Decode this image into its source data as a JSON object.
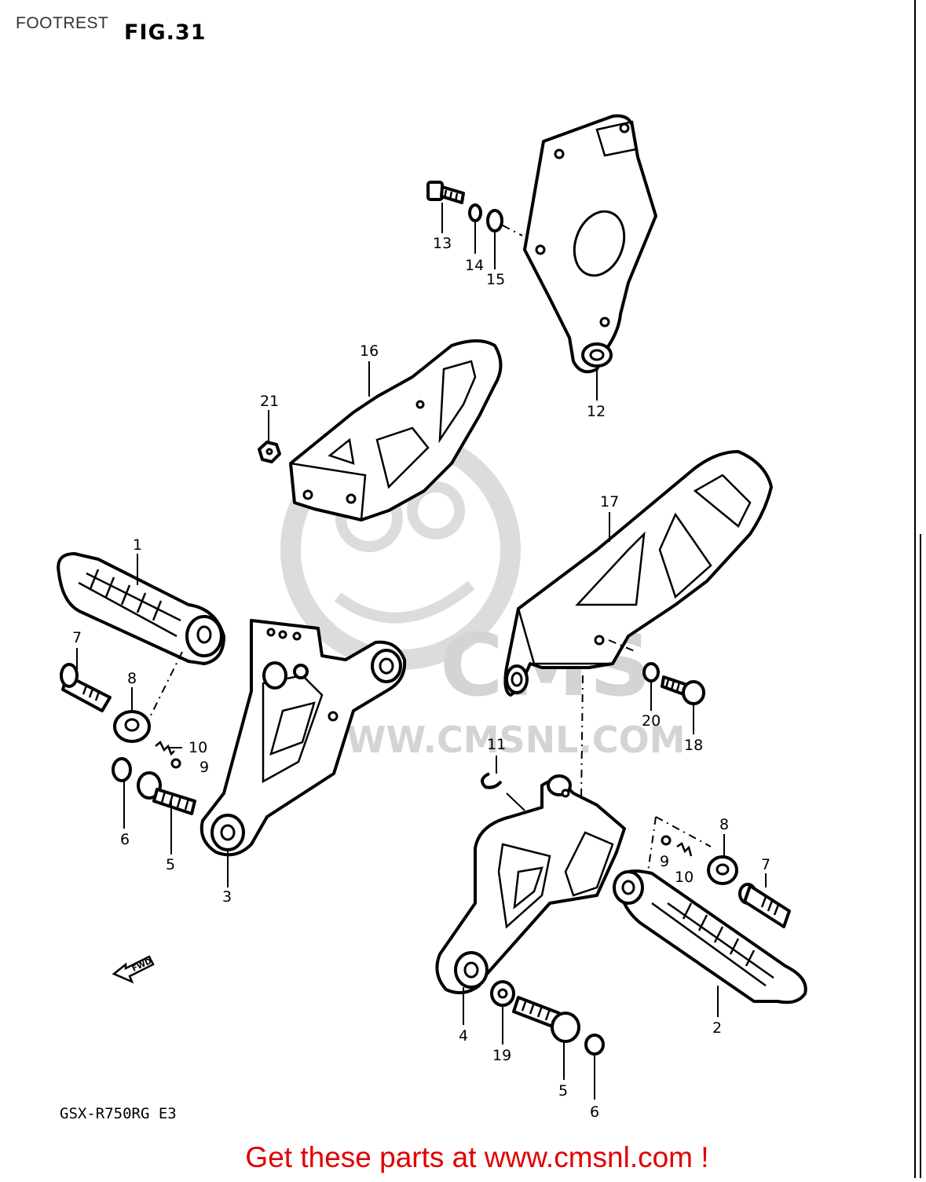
{
  "header": {
    "title": "FOOTREST",
    "figure": "FIG.31"
  },
  "model_code": "GSX-R750RG E3",
  "fwd_arrow": "FWD",
  "watermark": {
    "brand": "CMS",
    "url": "WWW.CMSNL.COM"
  },
  "part_numbers": {
    "p1": "1",
    "p2": "2",
    "p3": "3",
    "p4": "4",
    "p5a": "5",
    "p5b": "5",
    "p6a": "6",
    "p6b": "6",
    "p7a": "7",
    "p7b": "7",
    "p8a": "8",
    "p8b": "8",
    "p9a": "9",
    "p9b": "9",
    "p10a": "10",
    "p10b": "10",
    "p11": "11",
    "p12": "12",
    "p13": "13",
    "p14": "14",
    "p15": "15",
    "p16": "16",
    "p17": "17",
    "p18": "18",
    "p19": "19",
    "p20": "20",
    "p21": "21"
  },
  "footer_link": "Get these parts at www.cmsnl.com !",
  "colors": {
    "line": "#000000",
    "watermark": "#d9d9d9",
    "footer": "#e00000"
  }
}
